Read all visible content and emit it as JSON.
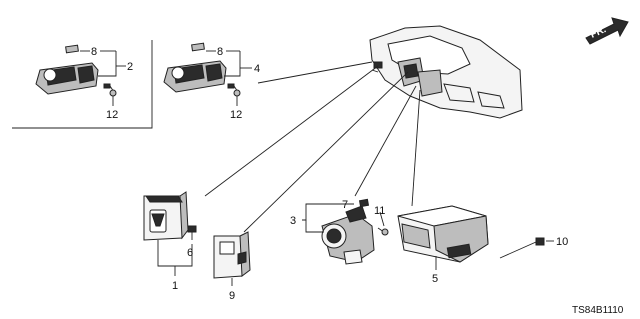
{
  "callouts": {
    "c1": "1",
    "c2": "2",
    "c3": "3",
    "c4": "4",
    "c5": "5",
    "c6": "6",
    "c7": "7",
    "c8a": "8",
    "c8b": "8",
    "c9": "9",
    "c10": "10",
    "c11": "11",
    "c12a": "12",
    "c12b": "12"
  },
  "direction_label": "FR.",
  "diagram_code": "TS84B1110"
}
